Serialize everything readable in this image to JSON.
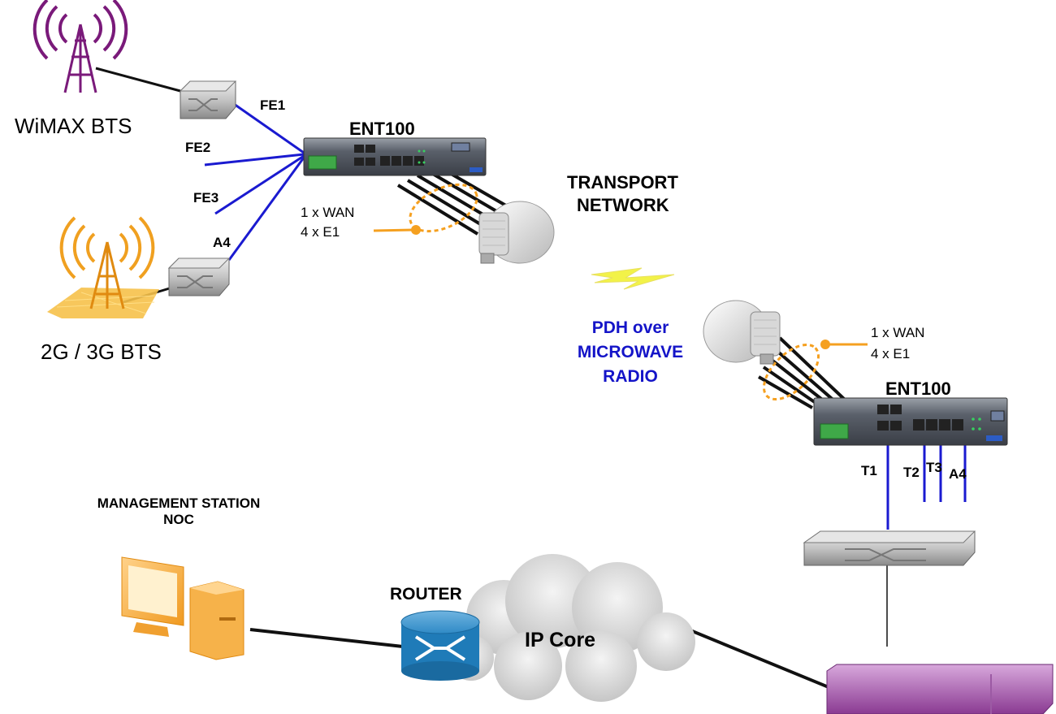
{
  "labels": {
    "wimax_bts": "WiMAX BTS",
    "bts_2g3g": "2G / 3G BTS",
    "fe1": "FE1",
    "fe2": "FE2",
    "fe3": "FE3",
    "a4_left": "A4",
    "ent100_top": "ENT100",
    "wan_top": "1 x WAN",
    "e1_top": "4 x E1",
    "transport_line1": "TRANSPORT",
    "transport_line2": "NETWORK",
    "pdh_line1": "PDH over",
    "pdh_line2": "MICROWAVE",
    "pdh_line3": "RADIO",
    "wan_right": "1 x WAN",
    "e1_right": "4 x E1",
    "ent100_right": "ENT100",
    "t1": "T1",
    "t2": "T2",
    "t3": "T3",
    "a4_right": "A4",
    "mgmt_line1": "MANAGEMENT STATION",
    "mgmt_line2": "NOC",
    "router": "ROUTER",
    "ip_core": "IP Core"
  },
  "colors": {
    "blue_link": "#1a1ad0",
    "orange_link": "#f5a020",
    "wimax_tower": "#7a1a7a",
    "bts_tower": "#f0a020",
    "router_blue": "#1f7bb8",
    "purple_device": "#a050a8",
    "radio_bolt": "#f0f040"
  },
  "icons": {
    "wimax_tower": "radio-tower-icon",
    "bts_tower": "cell-tower-icon",
    "switch": "switch-icon",
    "router": "router-icon",
    "microwave_radio": "microwave-dish-icon",
    "computer": "computer-icon",
    "cloud": "cloud-icon",
    "lightning": "lightning-icon"
  }
}
